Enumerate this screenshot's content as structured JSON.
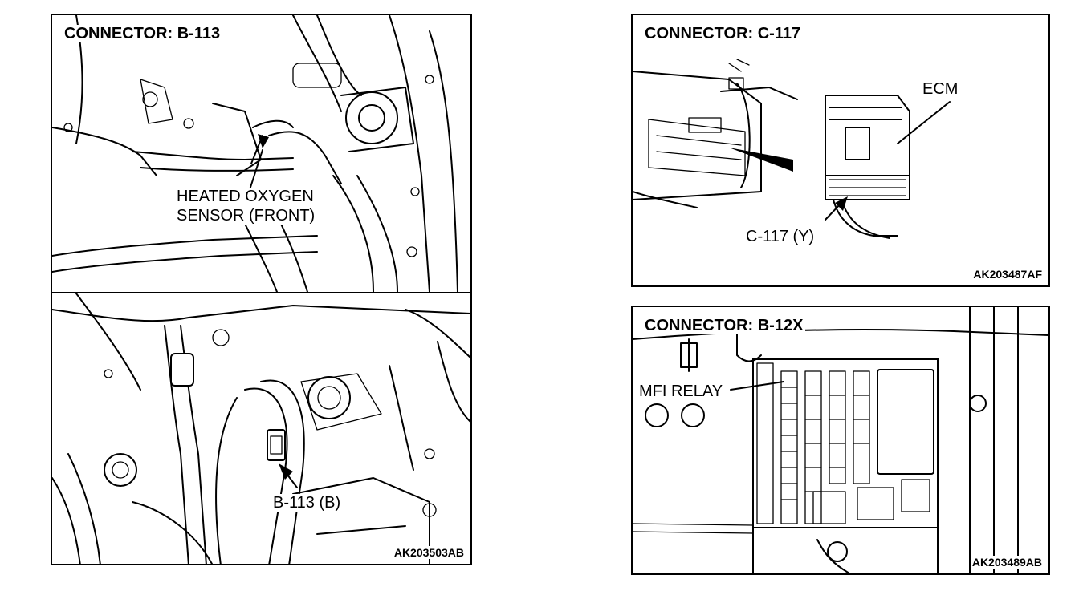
{
  "panel_b113": {
    "title": "CONNECTOR: B-113",
    "sensor_label_line1": "HEATED OXYGEN",
    "sensor_label_line2": "SENSOR (FRONT)",
    "connector_label": "B-113 (B)",
    "figure_code": "AK203503AB"
  },
  "panel_c117": {
    "title": "CONNECTOR: C-117",
    "ecm_label": "ECM",
    "connector_label": "C-117 (Y)",
    "figure_code": "AK203487AF"
  },
  "panel_b12x": {
    "title": "CONNECTOR: B-12X",
    "relay_label": "MFI RELAY",
    "figure_code": "AK203489AB"
  }
}
